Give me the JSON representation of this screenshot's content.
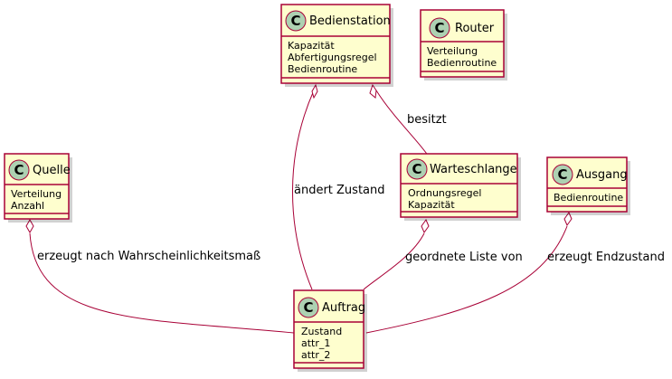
{
  "diagram": {
    "class_badge_letter": "C",
    "classes": {
      "bedienstation": {
        "name": "Bedienstation",
        "attributes": [
          "Kapazität",
          "Abfertigungsregel",
          "Bedienroutine"
        ]
      },
      "router": {
        "name": "Router",
        "attributes": [
          "Verteilung",
          "Bedienroutine"
        ]
      },
      "quelle": {
        "name": "Quelle",
        "attributes": [
          "Verteilung",
          "Anzahl"
        ]
      },
      "warteschlange": {
        "name": "Warteschlange",
        "attributes": [
          "Ordnungsregel",
          "Kapazität"
        ]
      },
      "ausgang": {
        "name": "Ausgang",
        "attributes": [
          "Bedienroutine"
        ]
      },
      "auftrag": {
        "name": "Auftrag",
        "attributes": [
          "Zustand",
          "attr_1",
          "attr_2"
        ]
      }
    },
    "relations": {
      "bedienstation_warteschlange": {
        "label": "besitzt"
      },
      "bedienstation_auftrag": {
        "label": "ändert Zustand"
      },
      "quelle_auftrag": {
        "label": "erzeugt nach Wahrscheinlichkeitsmaß"
      },
      "warteschlange_auftrag": {
        "label": "geordnete Liste von"
      },
      "ausgang_auftrag": {
        "label": "erzeugt Endzustand"
      }
    }
  },
  "colors": {
    "class_fill": "#FEFECE",
    "class_border": "#A80036",
    "badge_fill": "#ADD1B2",
    "edge": "#A80036"
  }
}
